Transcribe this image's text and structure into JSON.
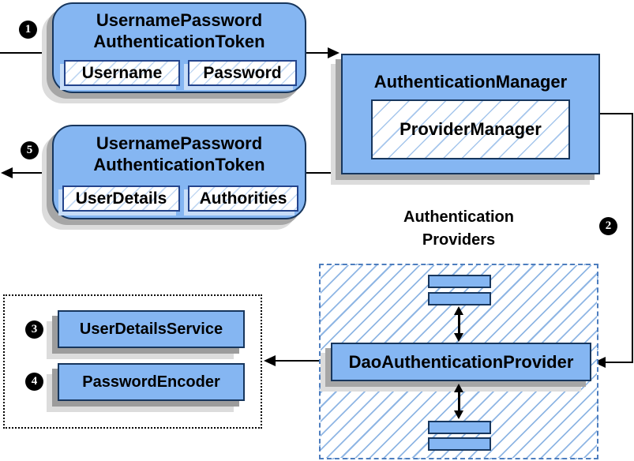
{
  "badges": {
    "step1": "1",
    "step2": "2",
    "step3": "3",
    "step4": "4",
    "step5": "5"
  },
  "request_token": {
    "title_line1": "UsernamePassword",
    "title_line2": "AuthenticationToken",
    "field1": "Username",
    "field2": "Password"
  },
  "authentication_manager": {
    "title": "AuthenticationManager",
    "inner": "ProviderManager"
  },
  "response_token": {
    "title_line1": "UsernamePassword",
    "title_line2": "AuthenticationToken",
    "field1": "UserDetails",
    "field2": "Authorities"
  },
  "authentication_providers": {
    "label_line1": "Authentication",
    "label_line2": "Providers",
    "main_provider": "DaoAuthenticationProvider"
  },
  "services": {
    "service1": "UserDetailsService",
    "service2": "PasswordEncoder"
  },
  "colors": {
    "box_fill": "#85b6f2",
    "box_border": "#17365d",
    "hatch_line": "#8fb6e4",
    "dashed_border": "#4d7dbe",
    "shadow_dark": "#a6a6a6",
    "shadow_light": "#dcdcdc",
    "arrow": "#000000"
  }
}
